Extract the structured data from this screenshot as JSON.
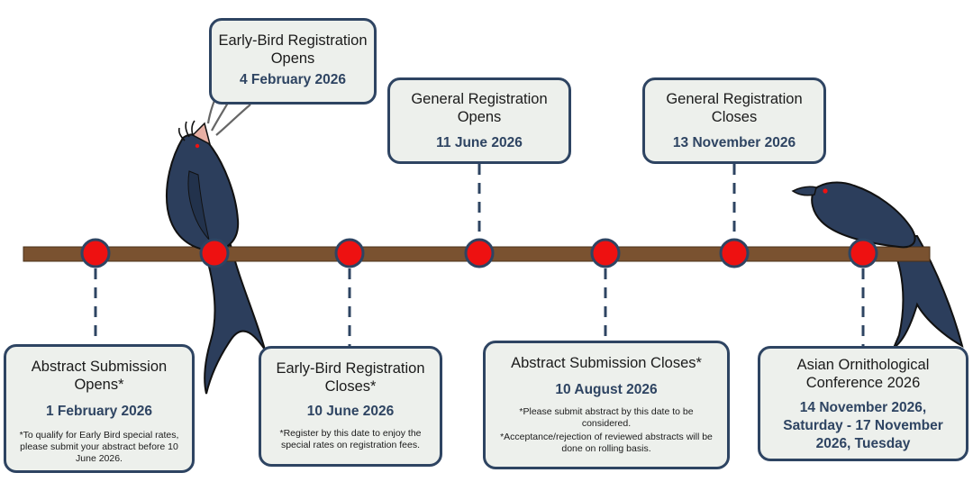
{
  "colors": {
    "branch": "#7a5230",
    "marker": "#ee1111",
    "outline": "#2e4462",
    "box_fill": "#edf0ec",
    "bird": "#2c3e5c"
  },
  "events": {
    "abstract_open": {
      "title": "Abstract Submission Opens*",
      "date": "1 February 2026",
      "note": "*To qualify for Early Bird special rates, please submit your abstract before 10 June 2026."
    },
    "early_bird_open": {
      "title": "Early-Bird Registration Opens",
      "date": "4 February 2026"
    },
    "early_bird_close": {
      "title": "Early-Bird Registration Closes*",
      "date": "10 June 2026",
      "note": "*Register by this date to enjoy the special rates on registration fees."
    },
    "general_open": {
      "title": "General Registration Opens",
      "date": "11 June 2026"
    },
    "abstract_close": {
      "title": "Abstract Submission Closes*",
      "date": "10 August 2026",
      "note_1": "*Please submit abstract by this date to be considered.",
      "note_2": "*Acceptance/rejection of reviewed abstracts will be done on rolling basis."
    },
    "general_close": {
      "title": "General Registration Closes",
      "date": "13 November 2026"
    },
    "conference": {
      "title": "Asian Ornithological Conference 2026",
      "date": "14 November 2026, Saturday - 17 November 2026, Tuesday"
    }
  }
}
